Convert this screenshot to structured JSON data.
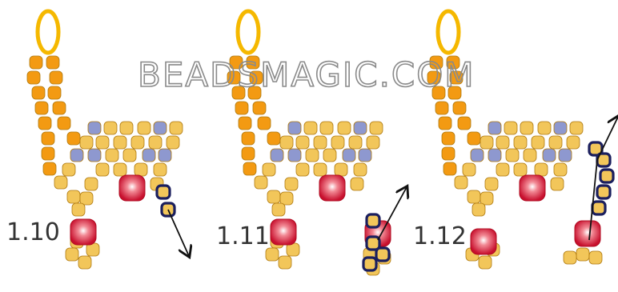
{
  "watermark": "BEADSMAGIC.COM",
  "steps": [
    {
      "label": "1.10"
    },
    {
      "label": "1.11"
    },
    {
      "label": "1.12"
    }
  ],
  "colors": {
    "loop": "#f5b800",
    "orange_bead": "#f39a12",
    "gold_bead": "#f2c65a",
    "blue_bead": "#8e98cf",
    "red_bead": "#d8283a",
    "highlight_outline": "#1b1f5e",
    "thread": "#111111"
  }
}
